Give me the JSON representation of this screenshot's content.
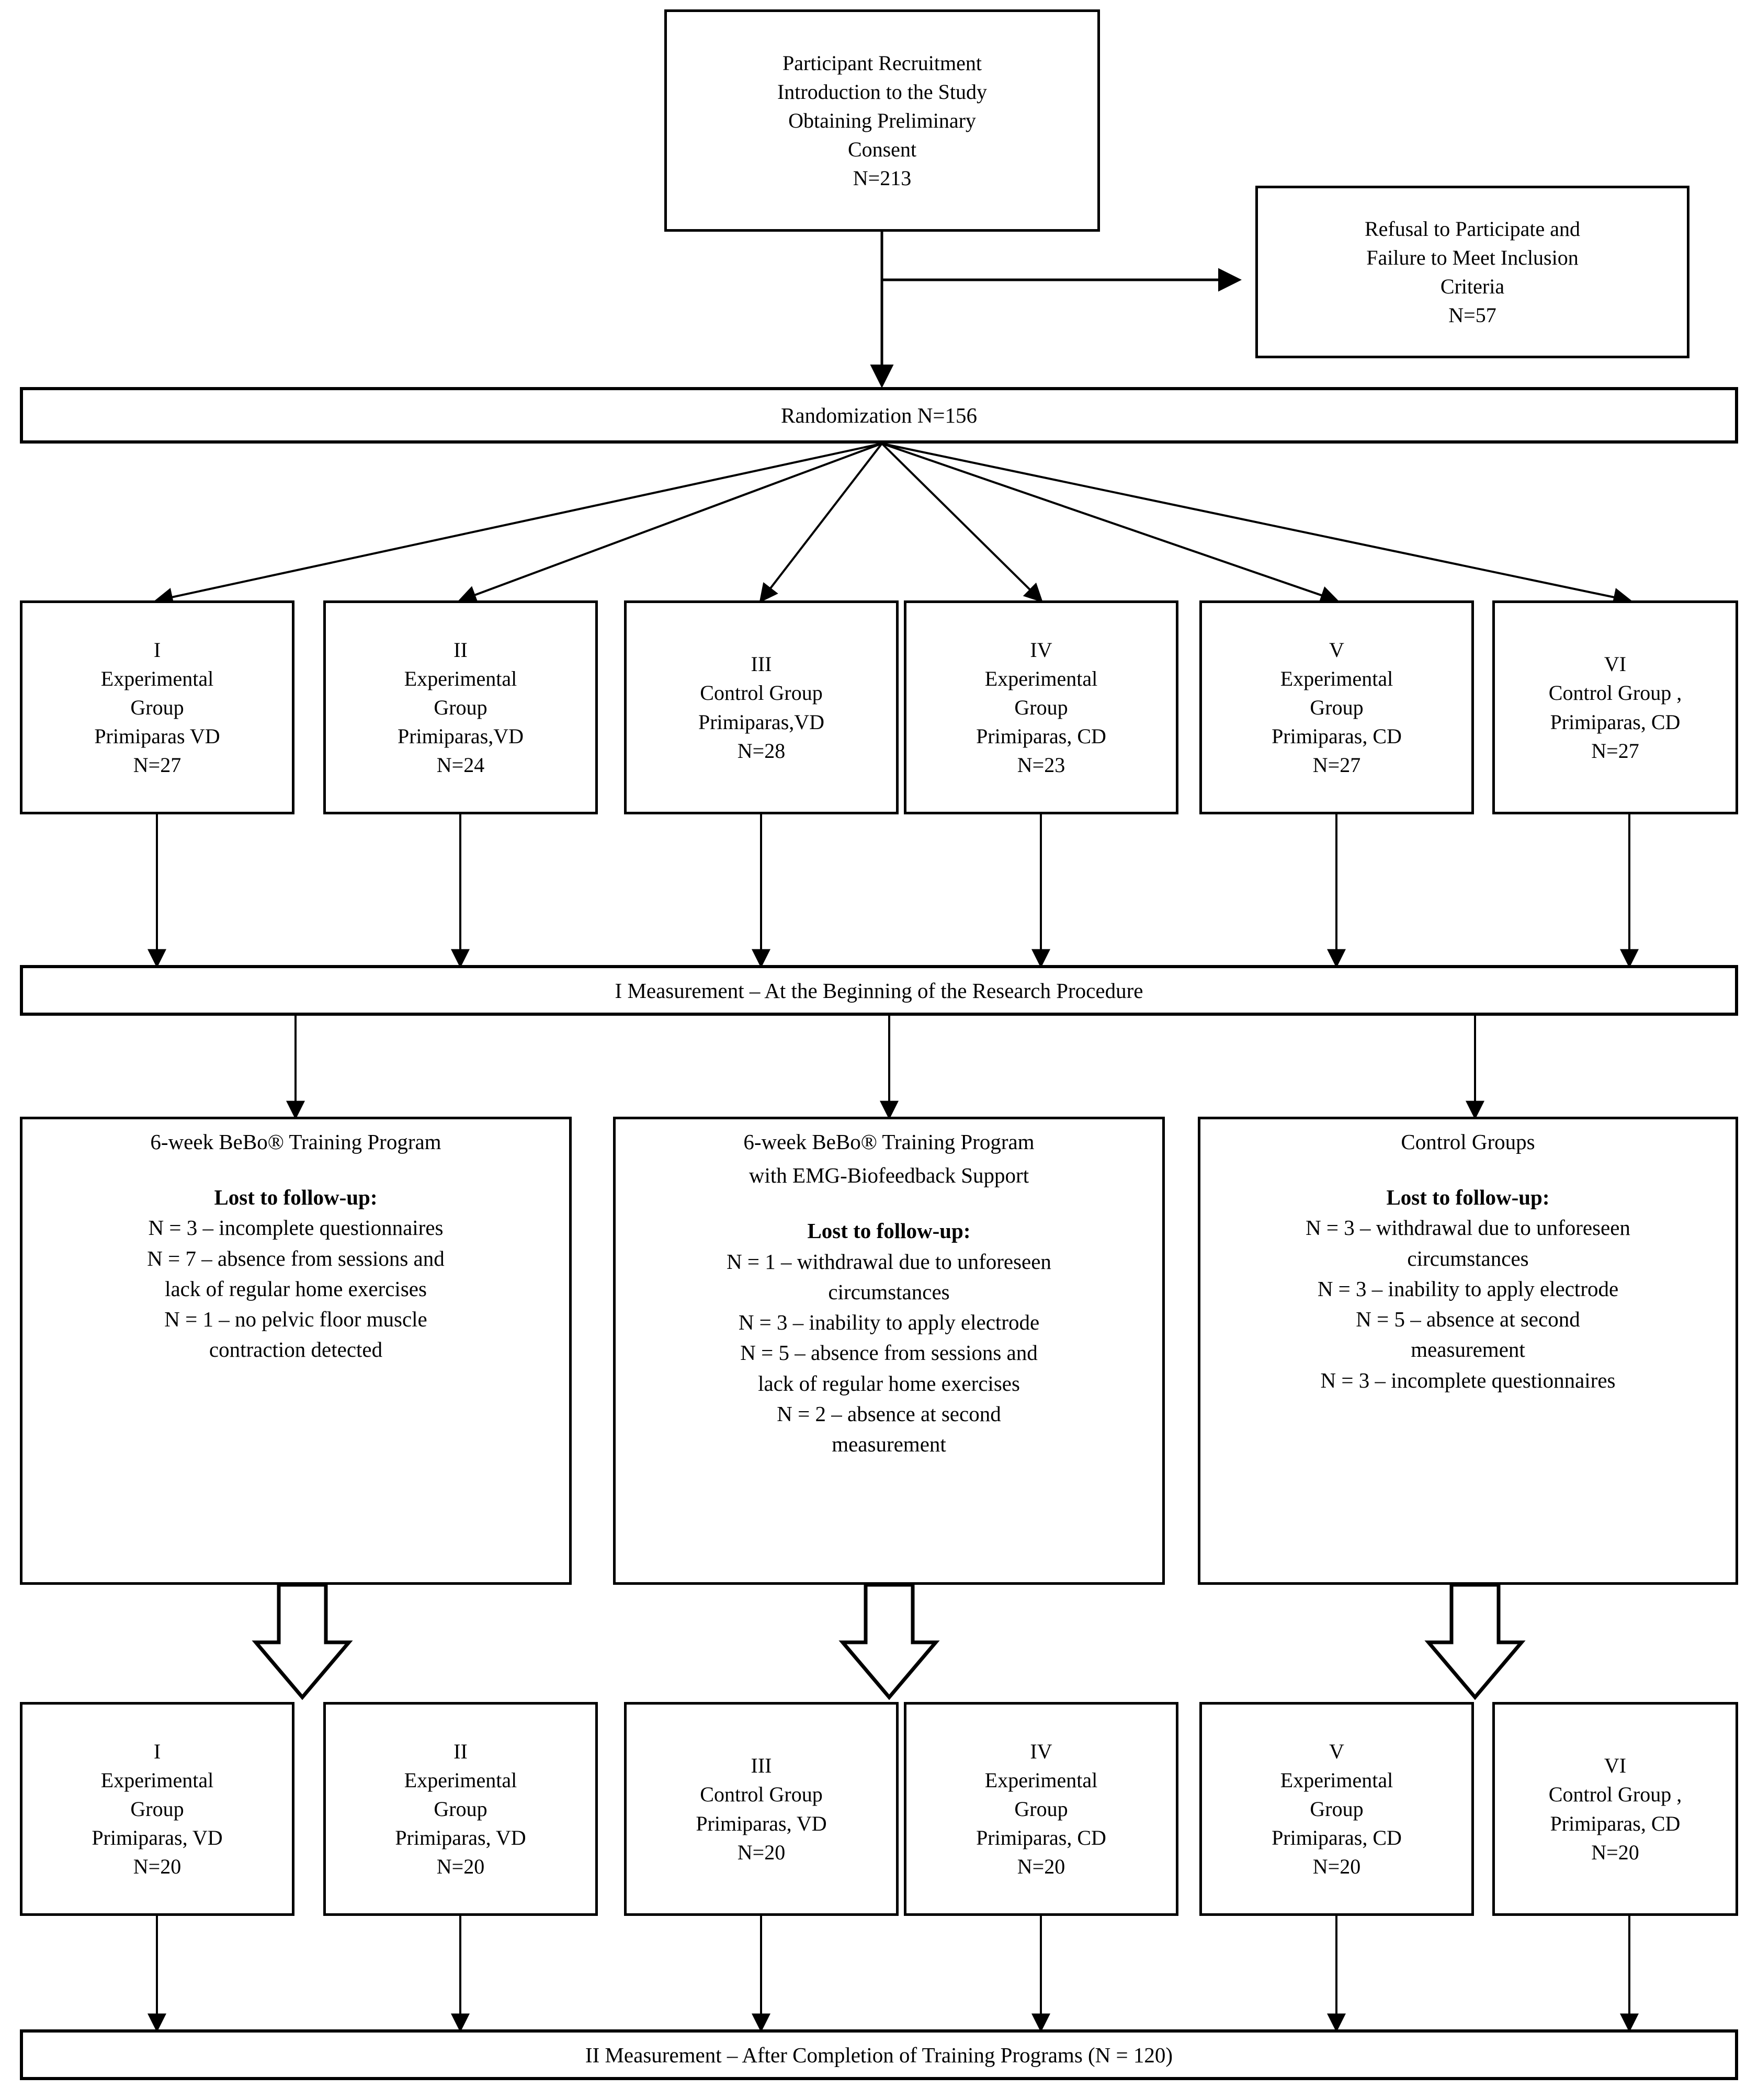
{
  "diagram": {
    "type": "consort-flowchart",
    "title": "Study participant flow diagram"
  },
  "recruitment": {
    "lines": [
      "Participant Recruitment",
      "Introduction to the Study",
      "Obtaining Preliminary",
      "Consent",
      "N=213"
    ]
  },
  "exclusion": {
    "lines": [
      "Refusal to Participate and",
      "Failure to Meet Inclusion",
      "Criteria",
      "N=57"
    ]
  },
  "randomization": {
    "label": "Randomization N=156"
  },
  "groups_top": [
    {
      "roman": "I",
      "lines": [
        "Experimental",
        "Group",
        "Primiparas VD",
        "N=27"
      ]
    },
    {
      "roman": "II",
      "lines": [
        "Experimental",
        "Group",
        "Primiparas,VD",
        "N=24"
      ]
    },
    {
      "roman": "III",
      "lines": [
        "Control Group",
        "Primiparas,VD",
        "N=28"
      ]
    },
    {
      "roman": "IV",
      "lines": [
        "Experimental",
        "Group",
        "Primiparas, CD",
        "N=23"
      ]
    },
    {
      "roman": "V",
      "lines": [
        "Experimental",
        "Group",
        "Primiparas, CD",
        "N=27"
      ]
    },
    {
      "roman": "VI",
      "lines": [
        "Control Group ,",
        "Primiparas, CD",
        "N=27"
      ]
    }
  ],
  "measurement_one": {
    "label": "I Measurement – At the Beginning  of the Research Procedure"
  },
  "interventions": [
    {
      "title_lines": [
        "6-week BeBo® Training Program"
      ],
      "lost_header": "Lost to follow-up:",
      "items": [
        "N = 3 – incomplete questionnaires",
        "N = 7 – absence from sessions and",
        "lack of regular home exercises",
        "N = 1 – no pelvic floor muscle",
        "contraction detected"
      ]
    },
    {
      "title_lines": [
        "6-week BeBo® Training Program",
        "with EMG-Biofeedback Support"
      ],
      "lost_header": "Lost to follow-up:",
      "items": [
        "N = 1 – withdrawal  due to unforeseen",
        "circumstances",
        "N = 3 – inability  to apply electrode",
        "N = 5 – absence from sessions and",
        "lack of regular home exercises",
        "N = 2 – absence at second",
        "measurement"
      ]
    },
    {
      "title_lines": [
        "Control Groups"
      ],
      "lost_header": "Lost to follow-up:",
      "items": [
        "N = 3 – withdrawal  due to unforeseen",
        "circumstances",
        "N = 3 – inability  to apply electrode",
        "N = 5 – absence at second",
        "measurement",
        "N = 3 – incomplete questionnaires"
      ]
    }
  ],
  "groups_bottom": [
    {
      "roman": "I",
      "lines": [
        "Experimental",
        "Group",
        "Primiparas, VD",
        "N=20"
      ]
    },
    {
      "roman": "II",
      "lines": [
        "Experimental",
        "Group",
        "Primiparas,  VD",
        "N=20"
      ]
    },
    {
      "roman": "III",
      "lines": [
        "Control Group",
        "Primiparas, VD",
        "N=20"
      ]
    },
    {
      "roman": "IV",
      "lines": [
        "Experimental",
        "Group",
        "Primiparas, CD",
        "N=20"
      ]
    },
    {
      "roman": "V",
      "lines": [
        "Experimental",
        "Group",
        "Primiparas, CD",
        "N=20"
      ]
    },
    {
      "roman": "VI",
      "lines": [
        "Control Group ,",
        "Primiparas, CD",
        "N=20"
      ]
    }
  ],
  "measurement_two": {
    "label": "II Measurement – After Completion of Training Programs (N = 120)"
  },
  "colors": {
    "stroke": "#000000",
    "background": "#ffffff"
  }
}
